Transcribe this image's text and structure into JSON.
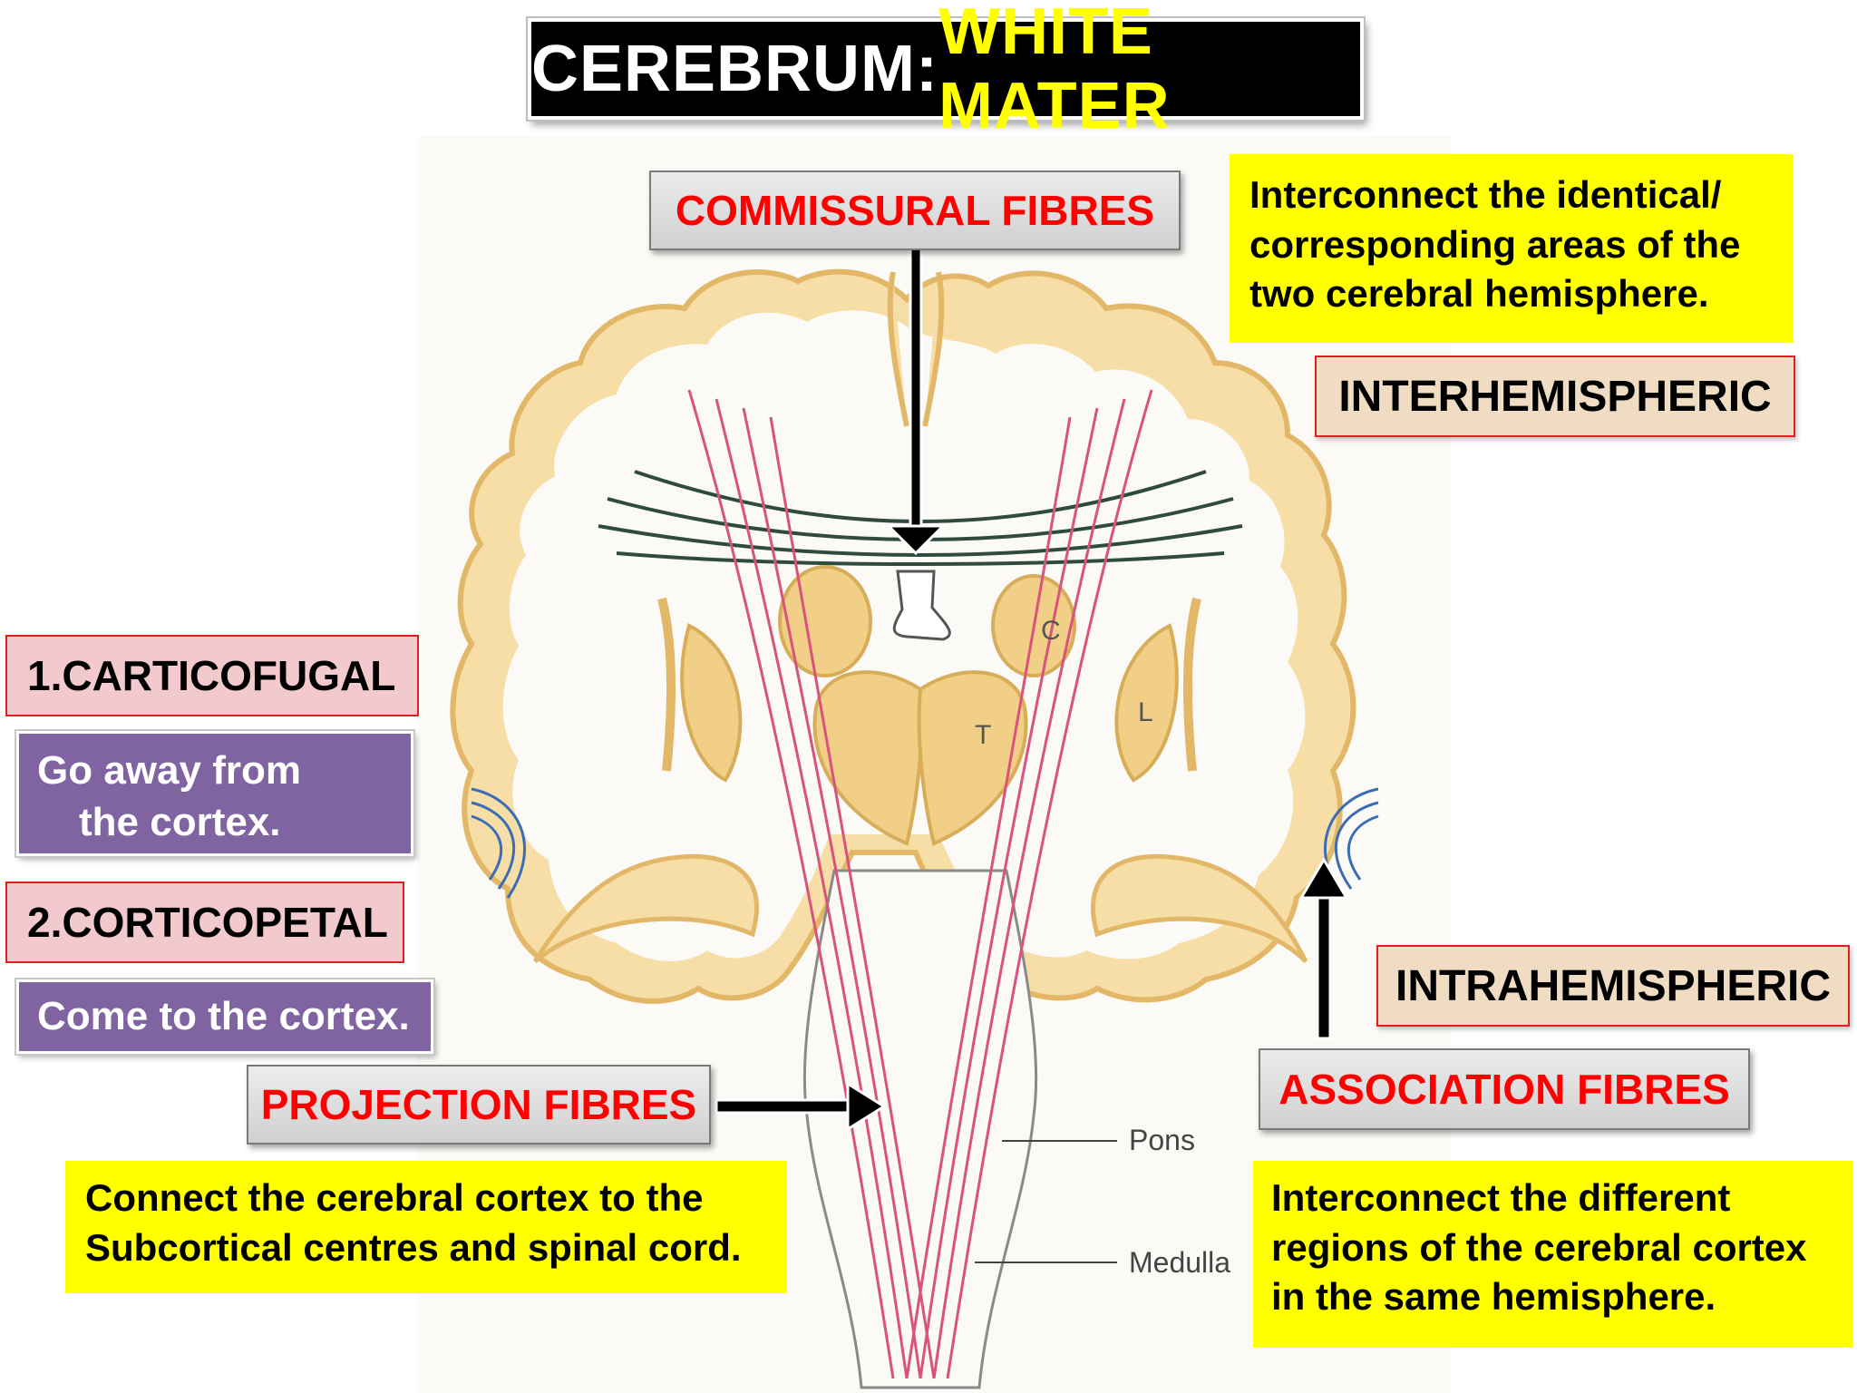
{
  "title": {
    "prefix": "CEREBRUM:",
    "accent": "WHITE MATER"
  },
  "commissural": {
    "label": "COMMISSURAL FIBRES",
    "description": "Interconnect the identical/ corresponding areas of the two cerebral hemisphere.",
    "category": "INTERHEMISPHERIC"
  },
  "association": {
    "label": "ASSOCIATION FIBRES",
    "description": "Interconnect the different regions of the cerebral cortex in the same hemisphere.",
    "category": "INTRAHEMISPHERIC"
  },
  "projection": {
    "label": "PROJECTION FIBRES",
    "description": "Connect the cerebral cortex to the Subcortical centres and spinal cord."
  },
  "corticofugal": {
    "label": "1.CARTICOFUGAL",
    "desc_line1": "Go away from",
    "desc_line2": "the cortex."
  },
  "corticopetal": {
    "label": "2.CORTICOPETAL",
    "desc": "Come to the cortex."
  },
  "diagram_labels": {
    "pons": "Pons",
    "medulla": "Medulla",
    "c": "C",
    "t": "T",
    "l": "L"
  },
  "colors": {
    "title_accent": "#ffff00",
    "label_red": "#ff0000",
    "highlight_yellow": "#ffff00",
    "purple": "#8064a2",
    "commissural_fibre": "#2f4a3f",
    "projection_fibre": "#d9537a",
    "association_fibre": "#3b6db5",
    "gray_matter": "#f1cf86"
  }
}
